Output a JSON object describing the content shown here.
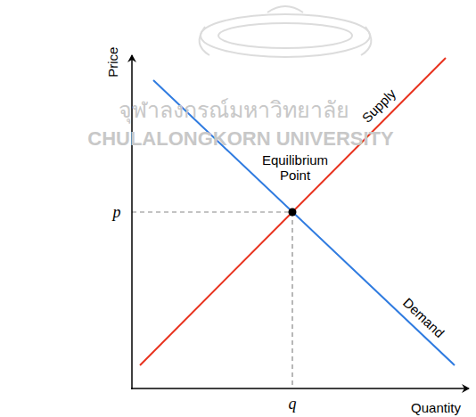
{
  "diagram": {
    "labels": [
      "จุฬาลงกรณ์มหาวิทยาลัย",
      "CHULALONGKORN UNIVERSITY",
      "Price",
      "Supply",
      "Equilibrium Point",
      "p",
      "Demand",
      "q",
      "Quantity"
    ]
  }
}
